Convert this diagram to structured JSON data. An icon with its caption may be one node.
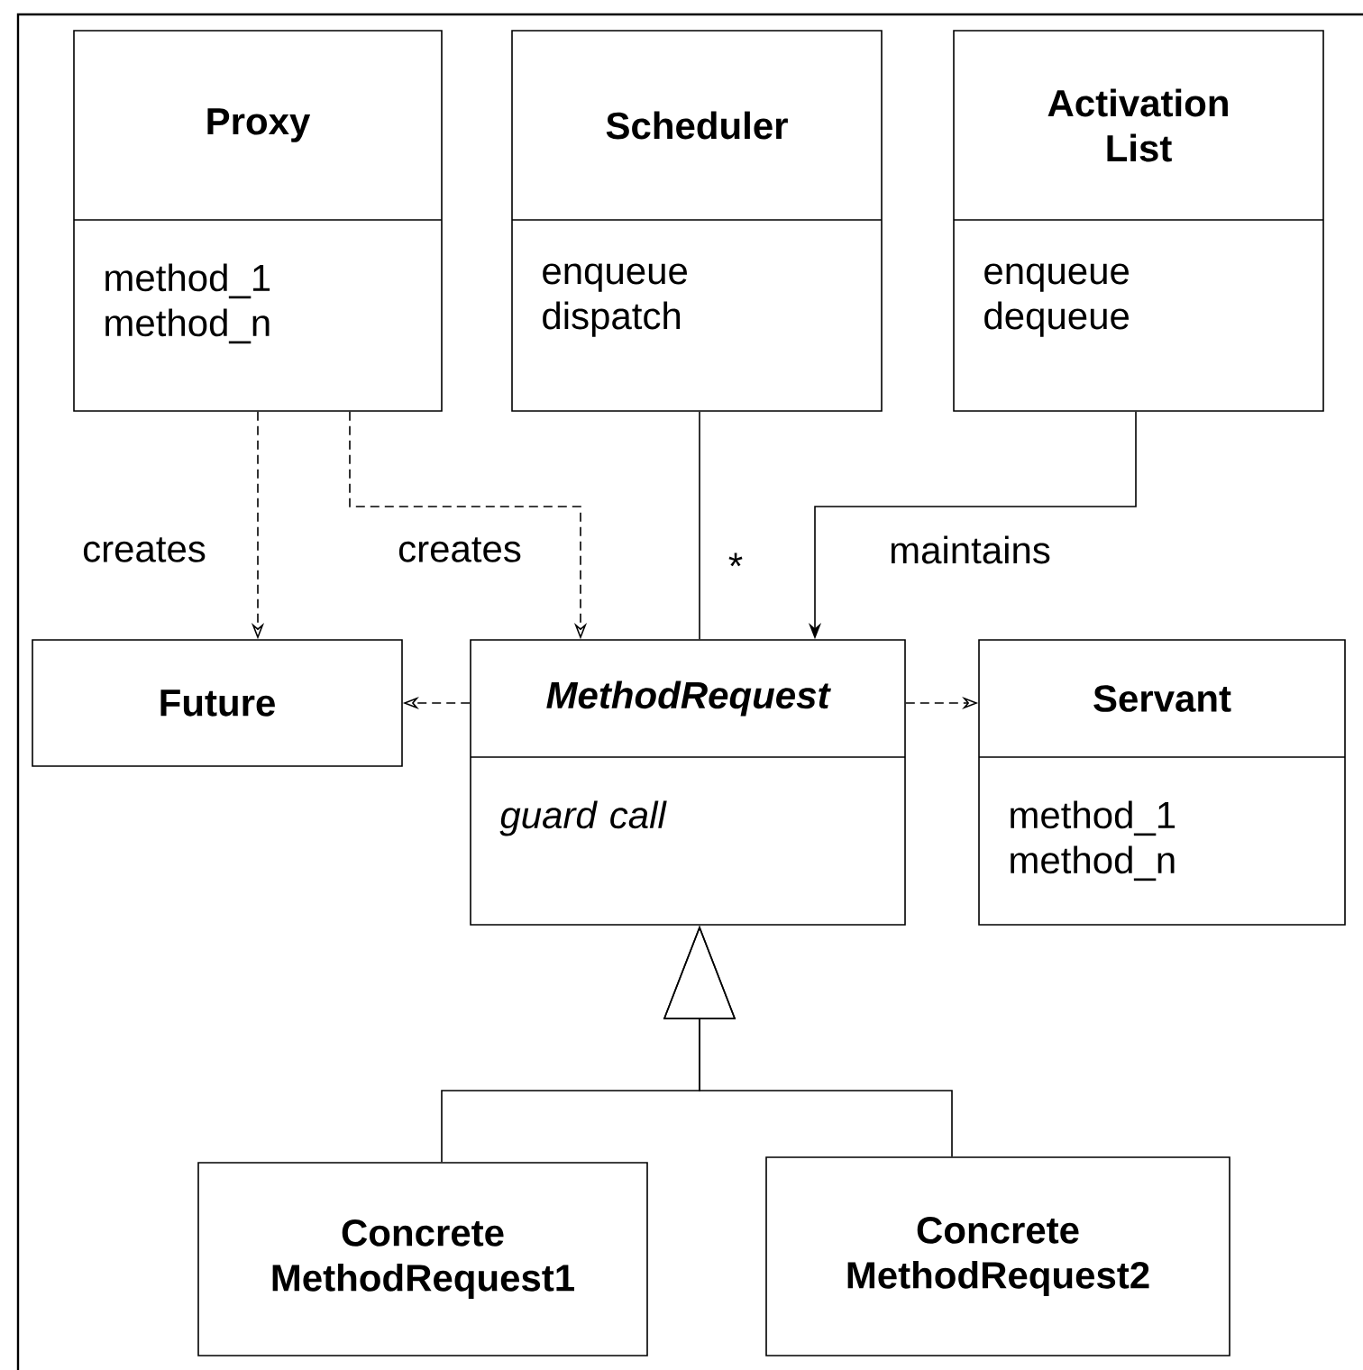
{
  "diagram": {
    "nodes": [
      {
        "text": [
          "Proxy",
          "method_1 method_n"
        ]
      },
      {
        "text": [
          "Scheduler",
          "enqueue dispatch"
        ]
      },
      {
        "text": [
          "Activation List",
          "enqueue dequeue"
        ]
      },
      {
        "text": [
          "Future"
        ]
      },
      {
        "text": [
          "MethodRequest",
          "guard call"
        ]
      },
      {
        "text": [
          "Servant",
          "method_1 method_n"
        ]
      },
      {
        "text": [
          "Concrete MethodRequest1"
        ]
      },
      {
        "text": [
          "Concrete MethodRequest2"
        ]
      }
    ],
    "edges": [
      {
        "from": 0,
        "to": 3,
        "arrow": "to",
        "style": "dashed",
        "label": "creates"
      },
      {
        "from": 0,
        "to": 4,
        "arrow": "to",
        "style": "dashed",
        "label": "creates"
      },
      {
        "from": 1,
        "to": 4,
        "arrow": "none",
        "label": "*"
      },
      {
        "from": 2,
        "to": 4,
        "arrow": "to",
        "label": "maintains"
      },
      {
        "from": 4,
        "to": 3,
        "arrow": "to",
        "style": "dashed"
      },
      {
        "from": 4,
        "to": 5,
        "arrow": "to",
        "style": "dashed"
      },
      {
        "from": 6,
        "to": 4,
        "arrow": "to"
      },
      {
        "from": 7,
        "to": 4,
        "arrow": "to"
      }
    ]
  }
}
